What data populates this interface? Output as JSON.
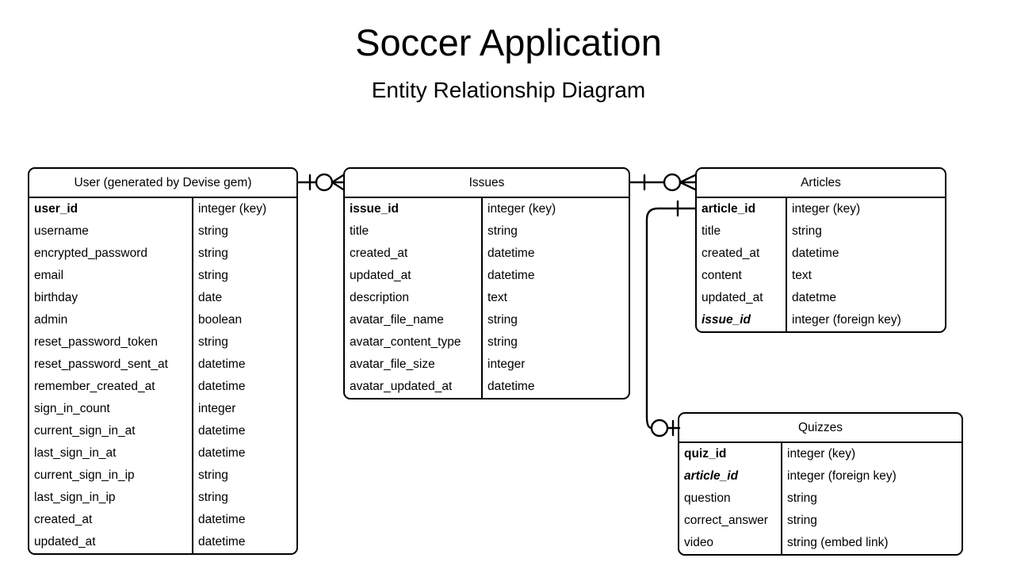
{
  "title": "Soccer Application",
  "subtitle": "Entity Relationship Diagram",
  "colors": {
    "background": "#ffffff",
    "line": "#000000",
    "text": "#000000"
  },
  "entities": [
    {
      "name": "User (generated by Devise gem)",
      "fields": [
        {
          "name": "user_id",
          "type": "integer (key)",
          "key": "primary"
        },
        {
          "name": "username",
          "type": "string",
          "key": "none"
        },
        {
          "name": "encrypted_password",
          "type": "string",
          "key": "none"
        },
        {
          "name": "email",
          "type": "string",
          "key": "none"
        },
        {
          "name": "birthday",
          "type": "date",
          "key": "none"
        },
        {
          "name": "admin",
          "type": "boolean",
          "key": "none"
        },
        {
          "name": "reset_password_token",
          "type": "string",
          "key": "none"
        },
        {
          "name": "reset_password_sent_at",
          "type": "datetime",
          "key": "none"
        },
        {
          "name": "remember_created_at",
          "type": "datetime",
          "key": "none"
        },
        {
          "name": "sign_in_count",
          "type": "integer",
          "key": "none"
        },
        {
          "name": "current_sign_in_at",
          "type": "datetime",
          "key": "none"
        },
        {
          "name": "last_sign_in_at",
          "type": "datetime",
          "key": "none"
        },
        {
          "name": "current_sign_in_ip",
          "type": "string",
          "key": "none"
        },
        {
          "name": "last_sign_in_ip",
          "type": "string",
          "key": "none"
        },
        {
          "name": "created_at",
          "type": "datetime",
          "key": "none"
        },
        {
          "name": "updated_at",
          "type": "datetime",
          "key": "none"
        }
      ]
    },
    {
      "name": "Issues",
      "fields": [
        {
          "name": "issue_id",
          "type": "integer (key)",
          "key": "primary"
        },
        {
          "name": "title",
          "type": "string",
          "key": "none"
        },
        {
          "name": "created_at",
          "type": "datetime",
          "key": "none"
        },
        {
          "name": "updated_at",
          "type": "datetime",
          "key": "none"
        },
        {
          "name": "description",
          "type": "text",
          "key": "none"
        },
        {
          "name": "avatar_file_name",
          "type": "string",
          "key": "none"
        },
        {
          "name": "avatar_content_type",
          "type": "string",
          "key": "none"
        },
        {
          "name": "avatar_file_size",
          "type": "integer",
          "key": "none"
        },
        {
          "name": "avatar_updated_at",
          "type": "datetime",
          "key": "none"
        }
      ]
    },
    {
      "name": "Articles",
      "fields": [
        {
          "name": "article_id",
          "type": "integer (key)",
          "key": "primary"
        },
        {
          "name": "title",
          "type": "string",
          "key": "none"
        },
        {
          "name": "created_at",
          "type": "datetime",
          "key": "none"
        },
        {
          "name": "content",
          "type": "text",
          "key": "none"
        },
        {
          "name": "updated_at",
          "type": "datetme",
          "key": "none"
        },
        {
          "name": "issue_id",
          "type": "integer (foreign key)",
          "key": "foreign"
        }
      ]
    },
    {
      "name": "Quizzes",
      "fields": [
        {
          "name": "quiz_id",
          "type": "integer (key)",
          "key": "primary"
        },
        {
          "name": "article_id",
          "type": "integer (foreign key)",
          "key": "foreign"
        },
        {
          "name": "question",
          "type": "string",
          "key": "none"
        },
        {
          "name": "correct_answer",
          "type": "string",
          "key": "none"
        },
        {
          "name": "video",
          "type": "string (embed link)",
          "key": "none"
        }
      ]
    }
  ],
  "relationships": [
    {
      "from": "User",
      "to": "Issues",
      "from_cardinality": "one",
      "to_cardinality": "zero-or-many"
    },
    {
      "from": "Issues",
      "to": "Articles",
      "from_cardinality": "one",
      "to_cardinality": "zero-or-many"
    },
    {
      "from": "Articles",
      "to": "Quizzes",
      "from_cardinality": "one",
      "to_cardinality": "zero-or-one"
    }
  ]
}
